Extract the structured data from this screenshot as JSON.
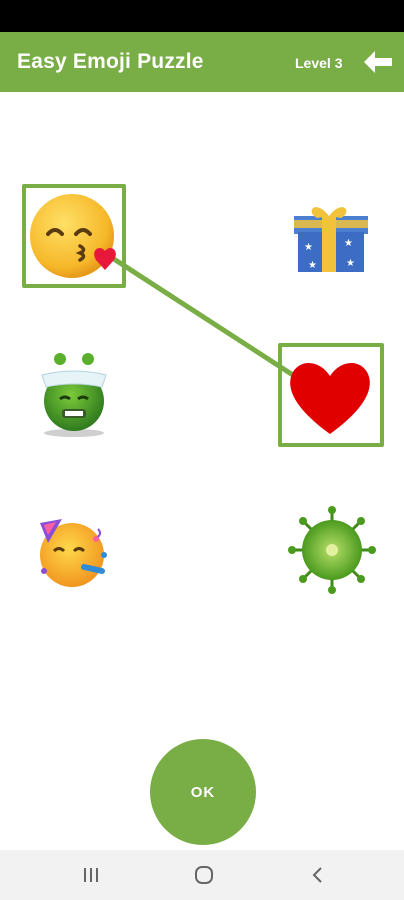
{
  "app": {
    "title": "Easy Emoji Puzzle",
    "level": "Level 3"
  },
  "board": {
    "left_column": [
      "kissing-face-emoji",
      "sick-alien-face-emoji",
      "partying-face-emoji"
    ],
    "right_column": [
      "gift-box-emoji",
      "red-heart-emoji",
      "virus-emoji"
    ],
    "connections": [
      {
        "from": "kissing-face-emoji",
        "to": "red-heart-emoji"
      }
    ]
  },
  "actions": {
    "ok_label": "OK"
  },
  "colors": {
    "accent": "#79ad45",
    "heart": "#e00000"
  },
  "icons": {
    "back": "arrow-left-icon",
    "nav_recent": "recent-apps-icon",
    "nav_home": "home-icon",
    "nav_back": "back-chevron-icon"
  }
}
